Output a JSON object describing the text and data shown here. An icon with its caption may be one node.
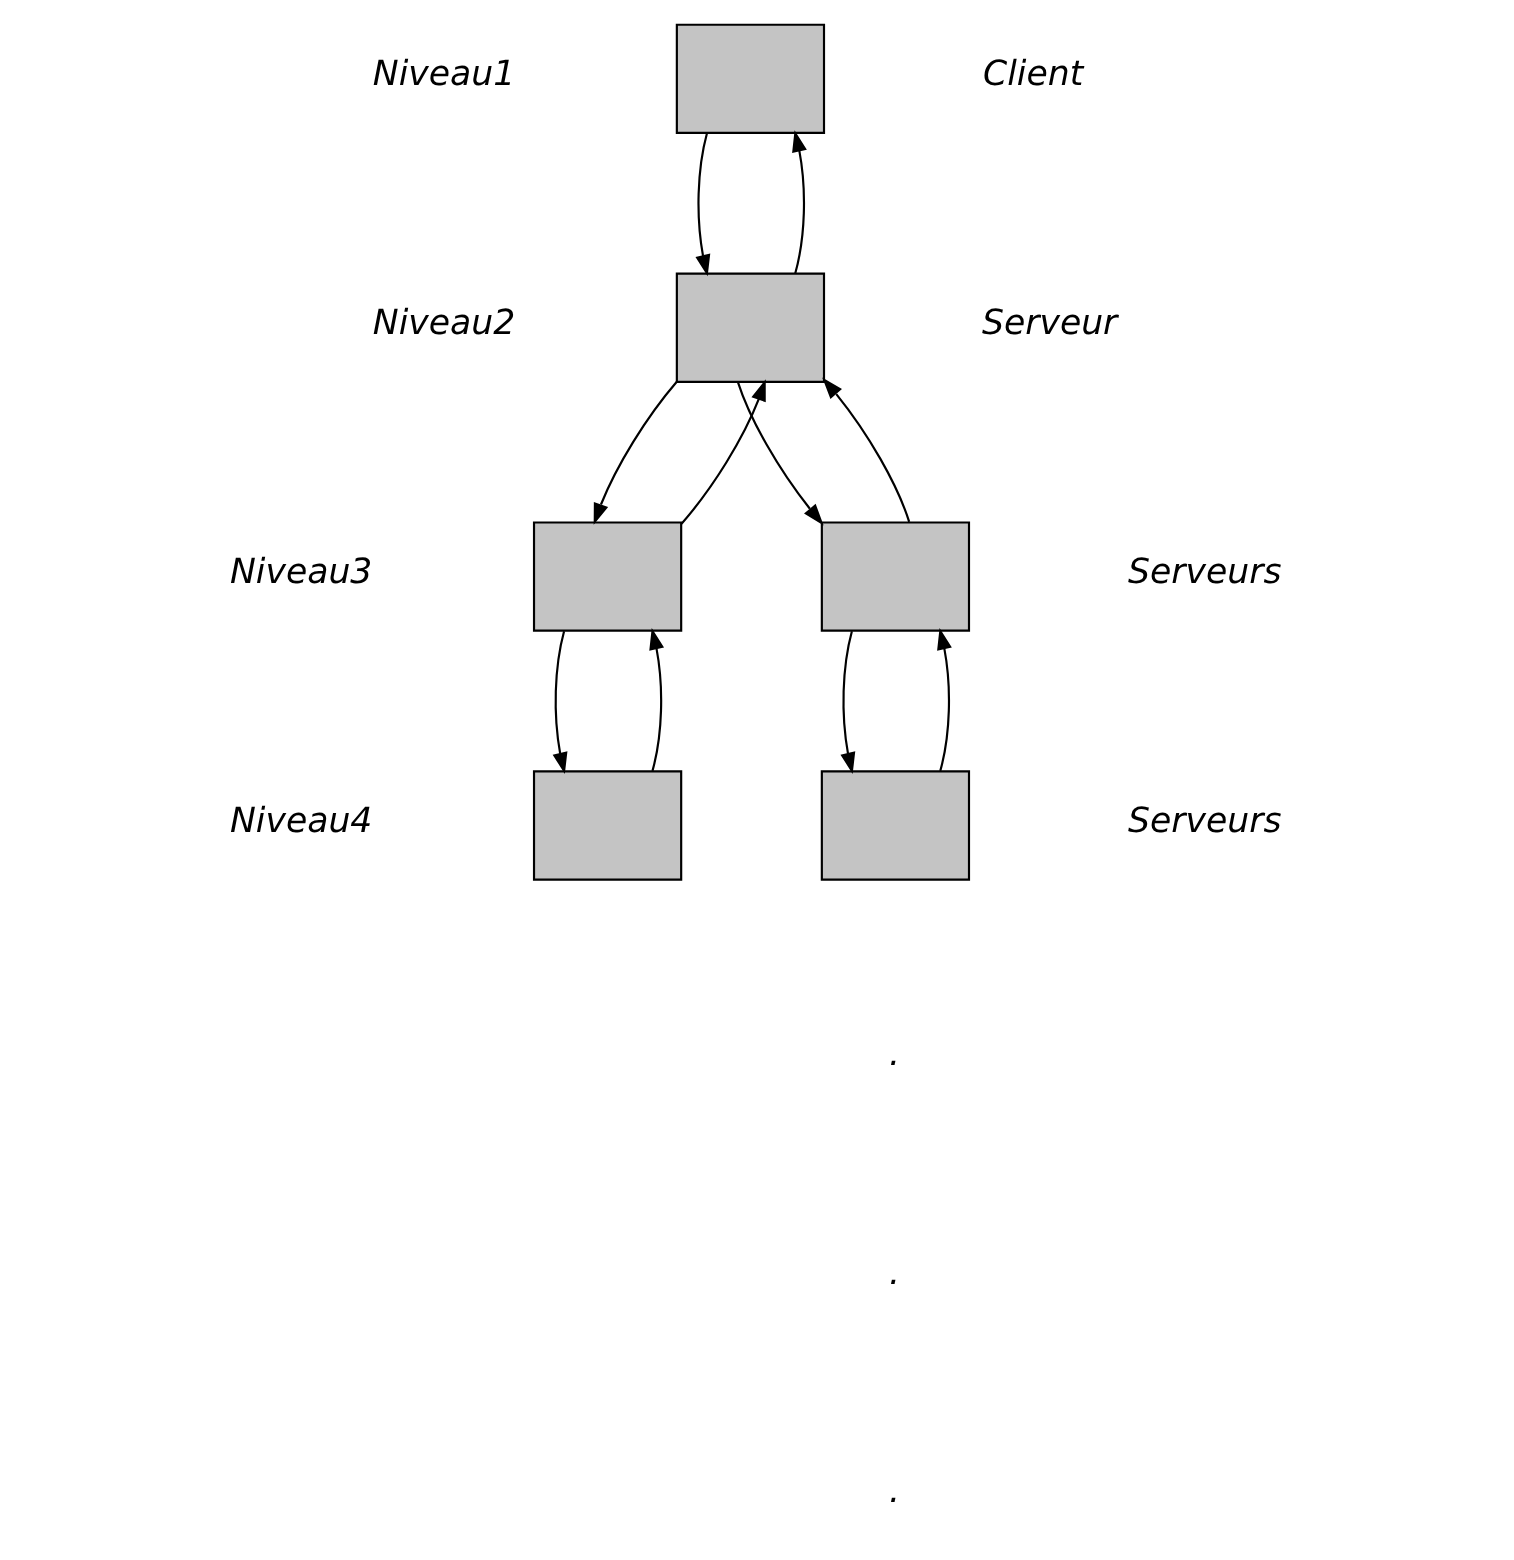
{
  "diagram": {
    "nodes": [
      {
        "text": [],
        "shape": "box"
      },
      {
        "text": [],
        "shape": "box"
      },
      {
        "text": [],
        "shape": "box"
      },
      {
        "text": [],
        "shape": "box"
      },
      {
        "text": [],
        "shape": "box"
      },
      {
        "text": [],
        "shape": "box"
      }
    ],
    "edges": [
      {
        "from": 0,
        "to": 1,
        "arrow": "to"
      },
      {
        "from": 1,
        "to": 0,
        "arrow": "to"
      },
      {
        "from": 1,
        "to": 2,
        "arrow": "to"
      },
      {
        "from": 2,
        "to": 1,
        "arrow": "to"
      },
      {
        "from": 1,
        "to": 3,
        "arrow": "to"
      },
      {
        "from": 3,
        "to": 1,
        "arrow": "to"
      },
      {
        "from": 2,
        "to": 4,
        "arrow": "to"
      },
      {
        "from": 4,
        "to": 2,
        "arrow": "to"
      },
      {
        "from": 3,
        "to": 5,
        "arrow": "to"
      },
      {
        "from": 5,
        "to": 3,
        "arrow": "to"
      }
    ],
    "labels": [
      "Niveau1",
      "Client",
      "Niveau2",
      "Serveur",
      "Niveau3",
      "Serveurs",
      "Niveau4",
      "Serveurs",
      ".",
      ".",
      "."
    ]
  }
}
